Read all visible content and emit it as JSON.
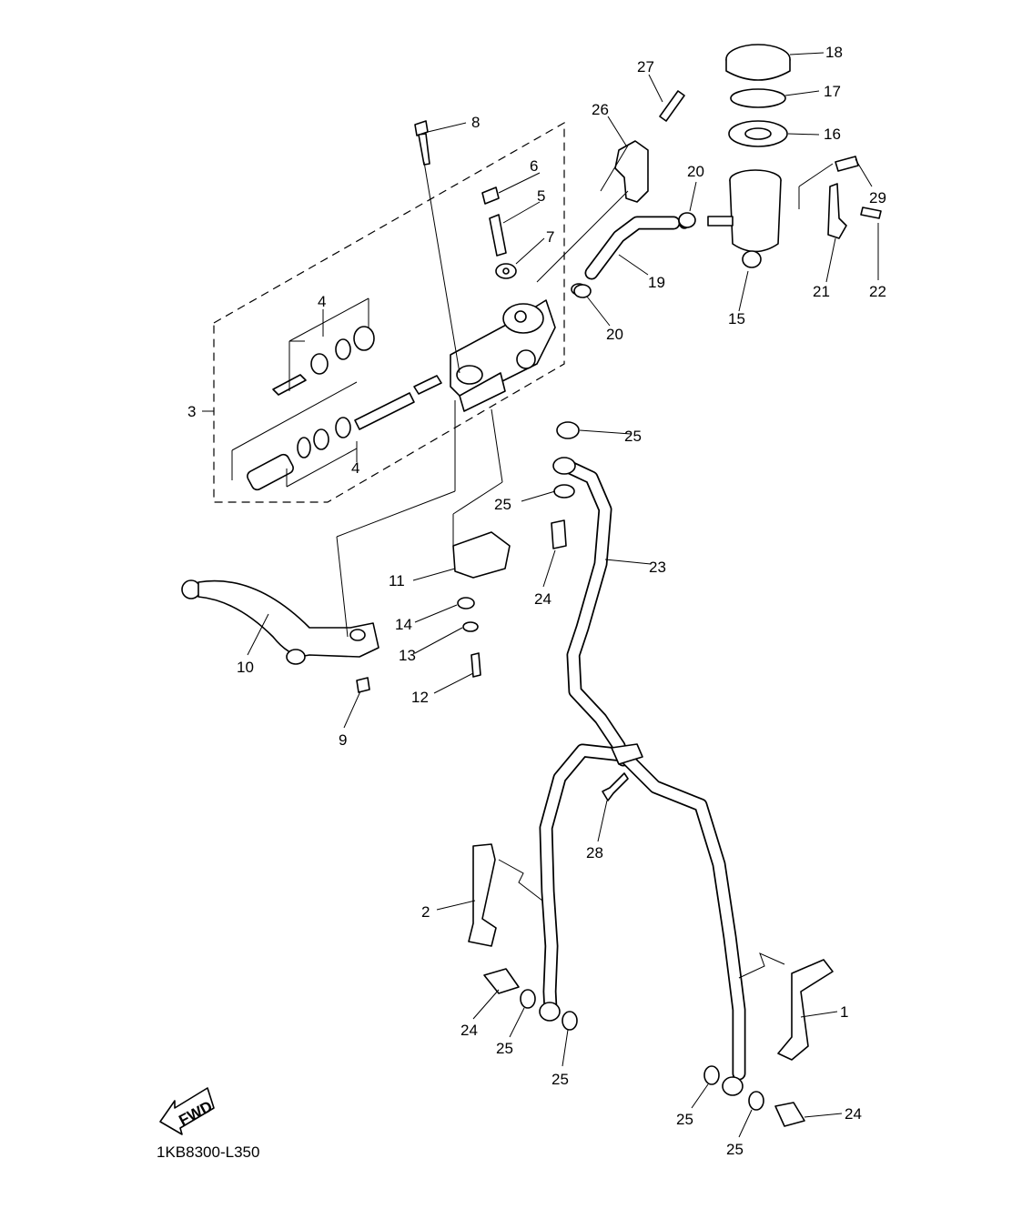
{
  "diagram": {
    "code": "1KB8300-L350",
    "fwd_label": "FWD",
    "callouts": [
      {
        "id": "c1",
        "text": "1"
      },
      {
        "id": "c2",
        "text": "2"
      },
      {
        "id": "c3",
        "text": "3"
      },
      {
        "id": "c4a",
        "text": "4"
      },
      {
        "id": "c4b",
        "text": "4"
      },
      {
        "id": "c5",
        "text": "5"
      },
      {
        "id": "c6",
        "text": "6"
      },
      {
        "id": "c7",
        "text": "7"
      },
      {
        "id": "c8",
        "text": "8"
      },
      {
        "id": "c9",
        "text": "9"
      },
      {
        "id": "c10",
        "text": "10"
      },
      {
        "id": "c11",
        "text": "11"
      },
      {
        "id": "c12",
        "text": "12"
      },
      {
        "id": "c13",
        "text": "13"
      },
      {
        "id": "c14",
        "text": "14"
      },
      {
        "id": "c15",
        "text": "15"
      },
      {
        "id": "c16",
        "text": "16"
      },
      {
        "id": "c17",
        "text": "17"
      },
      {
        "id": "c18",
        "text": "18"
      },
      {
        "id": "c19",
        "text": "19"
      },
      {
        "id": "c20a",
        "text": "20"
      },
      {
        "id": "c20b",
        "text": "20"
      },
      {
        "id": "c21",
        "text": "21"
      },
      {
        "id": "c22",
        "text": "22"
      },
      {
        "id": "c23",
        "text": "23"
      },
      {
        "id": "c24a",
        "text": "24"
      },
      {
        "id": "c24b",
        "text": "24"
      },
      {
        "id": "c24c",
        "text": "24"
      },
      {
        "id": "c25a",
        "text": "25"
      },
      {
        "id": "c25b",
        "text": "25"
      },
      {
        "id": "c25c",
        "text": "25"
      },
      {
        "id": "c25d",
        "text": "25"
      },
      {
        "id": "c25e",
        "text": "25"
      },
      {
        "id": "c25f",
        "text": "25"
      },
      {
        "id": "c26",
        "text": "26"
      },
      {
        "id": "c27",
        "text": "27"
      },
      {
        "id": "c28",
        "text": "28"
      },
      {
        "id": "c29",
        "text": "29"
      }
    ]
  }
}
